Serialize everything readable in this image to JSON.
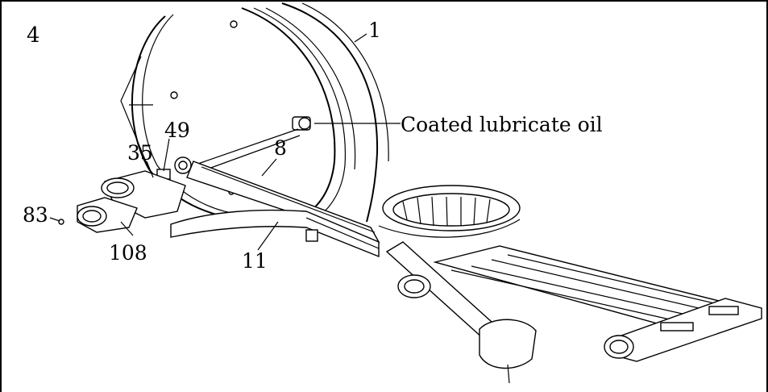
{
  "step_number": "4",
  "callouts": {
    "part_1": "1",
    "part_8": "8",
    "part_11": "11",
    "part_35": "35",
    "part_49": "49",
    "part_83": "83",
    "part_108": "108",
    "note_oil": "Coated lubricate oil"
  },
  "colors": {
    "ink": "#000000",
    "paper": "#ffffff"
  }
}
